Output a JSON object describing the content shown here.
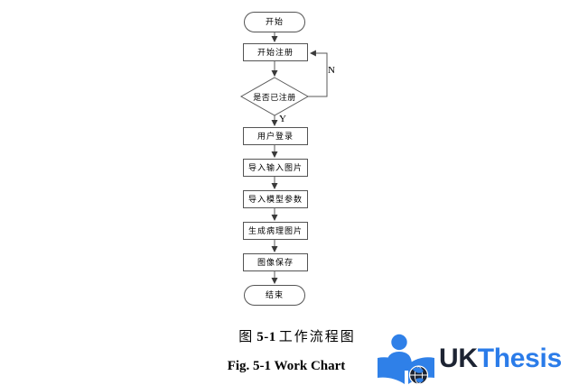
{
  "flowchart": {
    "nodes": [
      {
        "id": "start",
        "label": "开始"
      },
      {
        "id": "register",
        "label": "开始注册"
      },
      {
        "id": "check",
        "label": "是否已注册"
      },
      {
        "id": "login",
        "label": "用户登录"
      },
      {
        "id": "import-image",
        "label": "导入输入图片"
      },
      {
        "id": "import-params",
        "label": "导入模型参数"
      },
      {
        "id": "generate",
        "label": "生成病理图片"
      },
      {
        "id": "save",
        "label": "图像保存"
      },
      {
        "id": "end",
        "label": "结束"
      }
    ],
    "branch_labels": {
      "no": "N",
      "yes": "Y"
    }
  },
  "captions": {
    "chinese": {
      "prefix": "图",
      "number": "5-1",
      "title": "工作流程图"
    },
    "english": "Fig. 5-1 Work Chart"
  },
  "logo": {
    "text_primary": "UK",
    "text_secondary": "Thesis",
    "icon": "person-reading-book-globe-icon",
    "colors": {
      "icon_blue": "#2f80e8",
      "uk_text": "#1d2433",
      "thesis_text": "#2b7ce9",
      "globe_dark": "#1d2433"
    }
  },
  "diagram_colors": {
    "node_border": "#545454",
    "node_fill": "#ffffff",
    "connector": "#595959",
    "text": "#000000",
    "background": "#ffffff"
  }
}
